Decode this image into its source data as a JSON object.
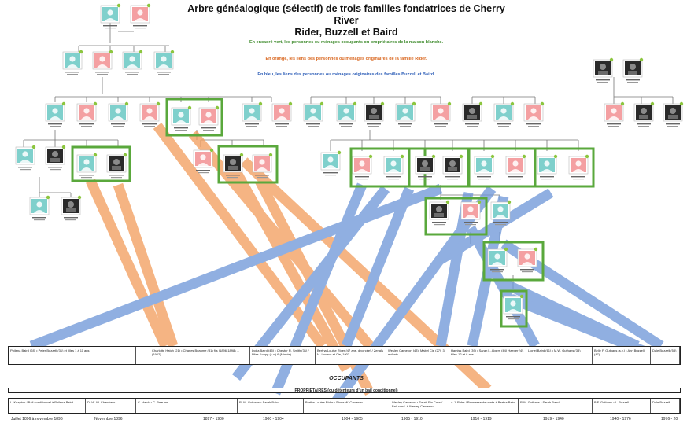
{
  "title": {
    "line1": "Arbre généalogique (sélectif) de trois familles fondatrices de Cherry River",
    "line2": "Rider, Buzzell et Baird"
  },
  "legend": {
    "green": "En encadré vert, les personnes ou ménages occupants ou propriétaires de la maison blanche.",
    "orange": "En orange, les liens des personnes ou ménages originaires de la famille Rider.",
    "blue": "En bleu, les liens des personnes ou ménages originaires des familles Buzzell et Baird."
  },
  "colors": {
    "male": "#7fd0cc",
    "female": "#f4a0a2",
    "green_frame": "#5aa83c",
    "orange_link": "#f29c5a",
    "blue_link": "#6c95d8"
  },
  "occupants": {
    "label": "OCCUPANTS",
    "cells": [
      "Philena Baird (28) • Peter Buzzell (31) et filles 1 à 11 ans",
      "",
      "Charlotte Hatch (21) • Charles Beaume (31) fils (1896-1898) ... (1902)",
      "Lydia Baird (45) • Chester R. Smith (31) / Piles Knapp (s.v.) 6 (Minnie)",
      "Bertha Louise Rider (47 ans, divorcée) / Zenaïs M. Lovens et Cie, 1903",
      "Wesley Cameron (43), Mabel Cie (27), 3 enfants",
      "Hamiss Baird (39) • Sarah L. Algers (44) Haeger (4), filles 12 et 8 ans",
      "Lionel Baird (61) • M.W. Guthans (38)",
      "Belle F. Guthans (s.v.) • Ann Buzzell (47)",
      "Dale Buzzell (58)"
    ]
  },
  "proprietaires": {
    "label": "PROPRIÉTAIRES (ou détenteurs d'un bail conditionnel)",
    "cells": [
      "L. Knapton / Bail conditionnel à Philena Baird",
      "Dr W. W. Chambers",
      "C. Hatch • C. Beaume",
      "R. W. Guthans • Sarah Baird",
      "Bertha Louise Rider • Stone W. Cameron",
      "Wesley Cameron • Sarah Ein Cass / Bail cond. à Wesley Cameron",
      "A.J. Rider / Promesse de vente à Bertha Baird",
      "R.W. Guthans • Sarah Baird",
      "B.F. Guthans • L. Buzzell",
      "Dale Buzzell"
    ]
  },
  "dates": [
    "Juillet 1896 à novembre 1896",
    "Novembre 1896",
    "1897 - 1900",
    "1900 - 1904",
    "1904 - 1905",
    "1905 - 1910",
    "1910 - 1919",
    "1919 - 1940",
    "1940 - 1976",
    "1976 - 20"
  ]
}
